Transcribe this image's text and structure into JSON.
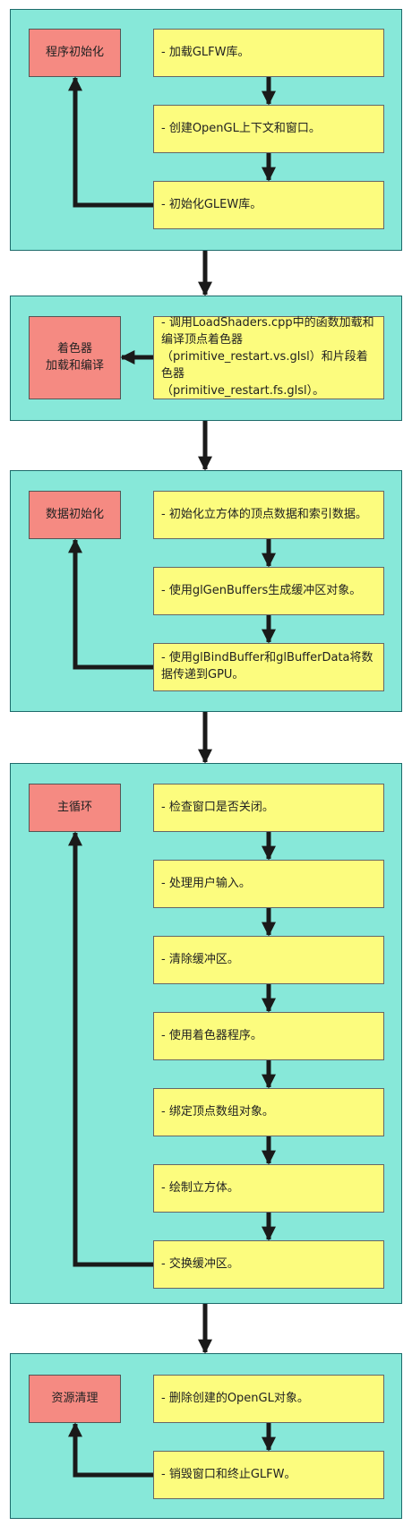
{
  "sections": [
    {
      "label": "程序初始化",
      "steps": [
        "- 加载GLFW库。",
        "- 创建OpenGL上下文和窗口。",
        "- 初始化GLEW库。"
      ]
    },
    {
      "label": "着色器\n加载和编译",
      "steps": [
        "- 调用LoadShaders.cpp中的函数加载和\n编译顶点着色器\n（primitive_restart.vs.glsl）和片段着色器\n（primitive_restart.fs.glsl）。"
      ]
    },
    {
      "label": "数据初始化",
      "steps": [
        "- 初始化立方体的顶点数据和索引数据。",
        "- 使用glGenBuffers生成缓冲区对象。",
        "- 使用glBindBuffer和glBufferData将数\n据传递到GPU。"
      ]
    },
    {
      "label": "主循环",
      "steps": [
        "- 检查窗口是否关闭。",
        "- 处理用户输入。",
        "- 清除缓冲区。",
        "- 使用着色器程序。",
        "- 绑定顶点数组对象。",
        "- 绘制立方体。",
        "- 交换缓冲区。"
      ]
    },
    {
      "label": "资源清理",
      "steps": [
        "- 删除创建的OpenGL对象。",
        "- 销毁窗口和终止GLFW。"
      ]
    }
  ],
  "colors": {
    "panel": "#87e8d9",
    "label_box": "#f58a82",
    "step_box": "#fcfc7e",
    "arrow": "#1a1a1a"
  }
}
